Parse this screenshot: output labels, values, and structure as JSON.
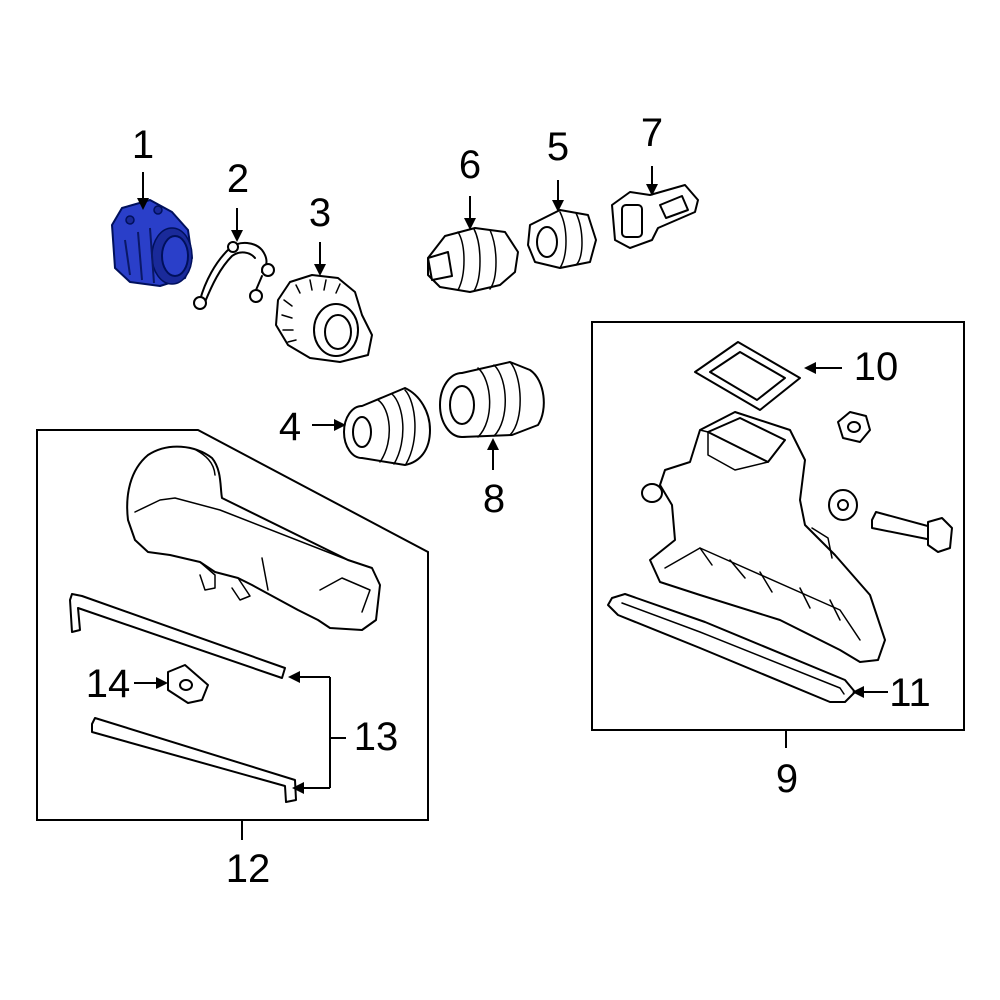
{
  "diagram": {
    "highlight_color": "#2a3fc9",
    "line_color": "#000000",
    "background": "#ffffff",
    "callouts": [
      {
        "id": "c1",
        "label": "1"
      },
      {
        "id": "c2",
        "label": "2"
      },
      {
        "id": "c3",
        "label": "3"
      },
      {
        "id": "c4",
        "label": "4"
      },
      {
        "id": "c5",
        "label": "5"
      },
      {
        "id": "c6",
        "label": "6"
      },
      {
        "id": "c7",
        "label": "7"
      },
      {
        "id": "c8",
        "label": "8"
      },
      {
        "id": "c9",
        "label": "9"
      },
      {
        "id": "c10",
        "label": "10"
      },
      {
        "id": "c11",
        "label": "11"
      },
      {
        "id": "c12",
        "label": "12"
      },
      {
        "id": "c13",
        "label": "13"
      },
      {
        "id": "c14",
        "label": "14"
      }
    ],
    "highlighted_part": "1"
  }
}
